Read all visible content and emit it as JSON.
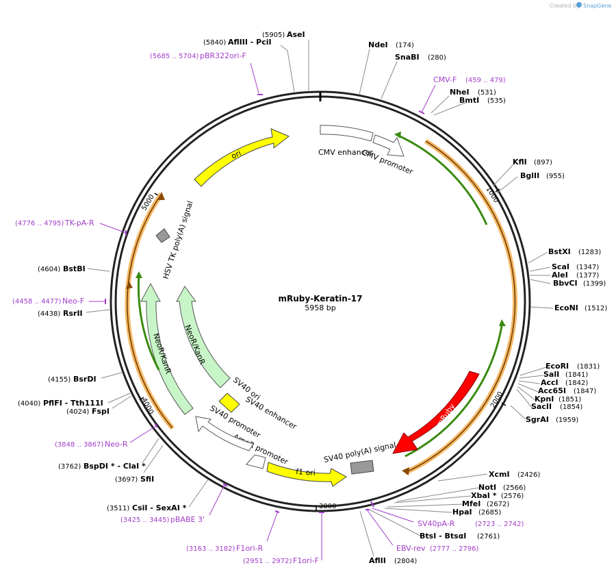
{
  "header": {
    "credit_prefix": "Created by",
    "credit_brand": "SnapGene"
  },
  "plasmid": {
    "name": "mRuby-Keratin-17",
    "length_label": "5958 bp",
    "length": 5958
  },
  "ticks": [
    "1000",
    "2000",
    "3000",
    "4000",
    "5000"
  ],
  "sites": [
    {
      "name": "AseI",
      "pos": "(5905)"
    },
    {
      "name": "AflIII  - PciI",
      "pos": "(5840)"
    },
    {
      "name": "NdeI",
      "pos": "(174)"
    },
    {
      "name": "SnaBI",
      "pos": "(280)"
    },
    {
      "name": "NheI",
      "pos": "(531)"
    },
    {
      "name": "BmtI",
      "pos": "(535)"
    },
    {
      "name": "KflI",
      "pos": "(897)"
    },
    {
      "name": "BglII",
      "pos": "(955)"
    },
    {
      "name": "BstXI",
      "pos": "(1283)"
    },
    {
      "name": "ScaI",
      "pos": "(1347)"
    },
    {
      "name": "AleI",
      "pos": "(1377)"
    },
    {
      "name": "BbvCI",
      "pos": "(1399)"
    },
    {
      "name": "EcoNI",
      "pos": "(1512)"
    },
    {
      "name": "EcoRI",
      "pos": "(1831)"
    },
    {
      "name": "SalI",
      "pos": "(1841)"
    },
    {
      "name": "AccI",
      "pos": "(1842)"
    },
    {
      "name": "Acc65I",
      "pos": "(1847)"
    },
    {
      "name": "KpnI",
      "pos": "(1851)"
    },
    {
      "name": "SacII",
      "pos": "(1854)"
    },
    {
      "name": "SgrAI",
      "pos": "(1959)"
    },
    {
      "name": "XcmI",
      "pos": "(2426)"
    },
    {
      "name": "NotI",
      "pos": "(2566)"
    },
    {
      "name": "XbaI *",
      "pos": "(2576)"
    },
    {
      "name": "MfeI",
      "pos": "(2672)"
    },
    {
      "name": "HpaI",
      "pos": "(2685)"
    },
    {
      "name": "BtsI  - BtsαI",
      "pos": "(2761)"
    },
    {
      "name": "AflII",
      "pos": "(2804)"
    },
    {
      "name": "CsiI  - SexAI *",
      "pos": "(3511)"
    },
    {
      "name": "SfiI",
      "pos": "(3697)"
    },
    {
      "name": "BspDI *  - ClaI *",
      "pos": "(3762)"
    },
    {
      "name": "FspI",
      "pos": "(4024)"
    },
    {
      "name": "PflFI  - Tth111I",
      "pos": "(4040)"
    },
    {
      "name": "BsrDI",
      "pos": "(4155)"
    },
    {
      "name": "RsrII",
      "pos": "(4438)"
    },
    {
      "name": "BstBI",
      "pos": "(4604)"
    }
  ],
  "primers": [
    {
      "name": "pBR322ori-F",
      "pos": "(5685 .. 5704)"
    },
    {
      "name": "CMV-F",
      "pos": "(459 .. 479)"
    },
    {
      "name": "TK-pA-R",
      "pos": "(4776 .. 4795)"
    },
    {
      "name": "Neo-F",
      "pos": "(4458 .. 4477)"
    },
    {
      "name": "Neo-R",
      "pos": "(3848 .. 3867)"
    },
    {
      "name": "pBABE 3'",
      "pos": "(3425 .. 3445)"
    },
    {
      "name": "F1ori-R",
      "pos": "(3163 .. 3182)"
    },
    {
      "name": "F1ori-F",
      "pos": "(2951 .. 2972)"
    },
    {
      "name": "EBV-rev",
      "pos": "(2777 .. 2796)"
    },
    {
      "name": "SV40pA-R",
      "pos": "(2723 .. 2742)"
    }
  ],
  "features": [
    {
      "label": "ori"
    },
    {
      "label": "CMV enhancer"
    },
    {
      "label": "CMV promoter"
    },
    {
      "label": "HSV TK poly(A) signal"
    },
    {
      "label": "NeoR/KanR"
    },
    {
      "label": "NeoR/KanR"
    },
    {
      "label": "SV40 ori"
    },
    {
      "label": "SV40 enhancer"
    },
    {
      "label": "SV40 promoter"
    },
    {
      "label": "AmpR promoter"
    },
    {
      "label": "f1 ori"
    },
    {
      "label": "SV40 poly(A) signal"
    },
    {
      "label": "mRuby"
    }
  ],
  "colors": {
    "backbone": "#222222",
    "primer": "#a03cc8",
    "orf_orange": "#f5b865",
    "orf_green": "#3a8a10",
    "ori_yellow": "#ffff00",
    "neo_green": "#c8f5c8",
    "mruby_red": "#ff0000",
    "polya_gray": "#999999"
  }
}
